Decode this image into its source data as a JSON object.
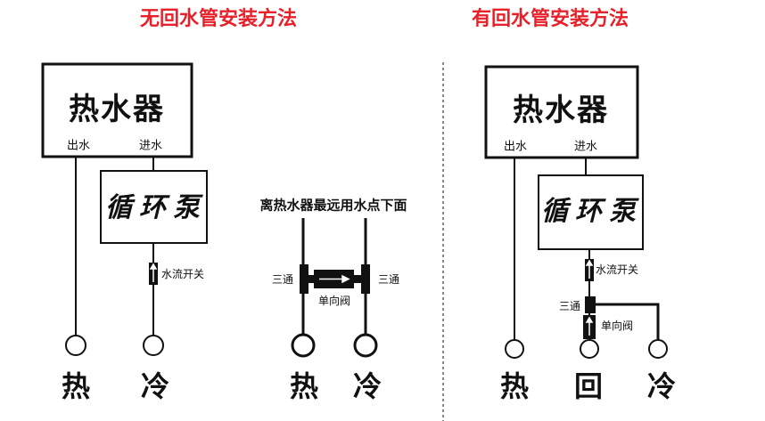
{
  "colors": {
    "title": "#e8202a",
    "line": "#111111"
  },
  "left": {
    "title": "无回水管安装方法",
    "heater": "热水器",
    "outlet": "出水",
    "inlet": "进水",
    "pump": "循环泵",
    "flow_switch": "水流开关",
    "hot": "热",
    "cold": "冷"
  },
  "middle": {
    "note": "离热水器最远用水点下面",
    "tee_left": "三通",
    "tee_right": "三通",
    "check_valve": "单向阀",
    "hot": "热",
    "cold": "冷"
  },
  "right": {
    "title": "有回水管安装方法",
    "heater": "热水器",
    "outlet": "出水",
    "inlet": "进水",
    "pump": "循环泵",
    "flow_switch": "水流开关",
    "tee": "三通",
    "check_valve": "单向阀",
    "hot": "热",
    "return": "回",
    "cold": "冷"
  }
}
